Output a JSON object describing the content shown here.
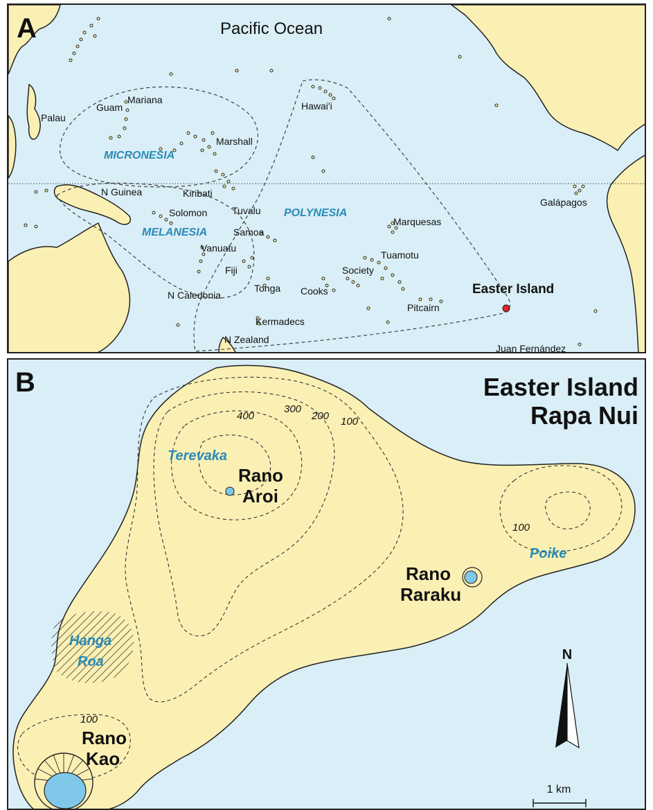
{
  "panel_a": {
    "letter": "A",
    "ocean_label": "Pacific Ocean",
    "regions": [
      "MICRONESIA",
      "MELANESIA",
      "POLYNESIA"
    ],
    "islands": [
      "Mariana",
      "Guam",
      "Palau",
      "Marshall",
      "Hawai'i",
      "N Guinea",
      "Kiribati",
      "Solomon",
      "Tuvalu",
      "Samoa",
      "Vanuatu",
      "Fiji",
      "N Caledonia",
      "Tonga",
      "Cooks",
      "Society",
      "Tuamotu",
      "Marquesas",
      "Pitcairn",
      "Kermadecs",
      "N Zealand",
      "Galápagos",
      "Juan Fernández"
    ],
    "highlight": "Easter Island",
    "colors": {
      "ocean": "#d9eef6",
      "land": "#fbf0b4",
      "region_text": "#2a8ab8",
      "highlight_dot": "#e0242a"
    }
  },
  "panel_b": {
    "letter": "B",
    "title_line1": "Easter Island",
    "title_line2": "Rapa Nui",
    "features_black": {
      "rano_aroi_1": "Rano",
      "rano_aroi_2": "Aroi",
      "rano_raraku_1": "Rano",
      "rano_raraku_2": "Raraku",
      "rano_kao_1": "Rano",
      "rano_kao_2": "Kao"
    },
    "features_blue": {
      "terevaka": "Terevaka",
      "poike": "Poike",
      "hanga_roa_1": "Hanga",
      "hanga_roa_2": "Roa"
    },
    "contours": {
      "c400": "400",
      "c300": "300",
      "c200": "200",
      "c100a": "100",
      "c100b": "100",
      "c100c": "100"
    },
    "north": "N",
    "scale": "1 km",
    "colors": {
      "lake": "#7fc8ea"
    }
  }
}
